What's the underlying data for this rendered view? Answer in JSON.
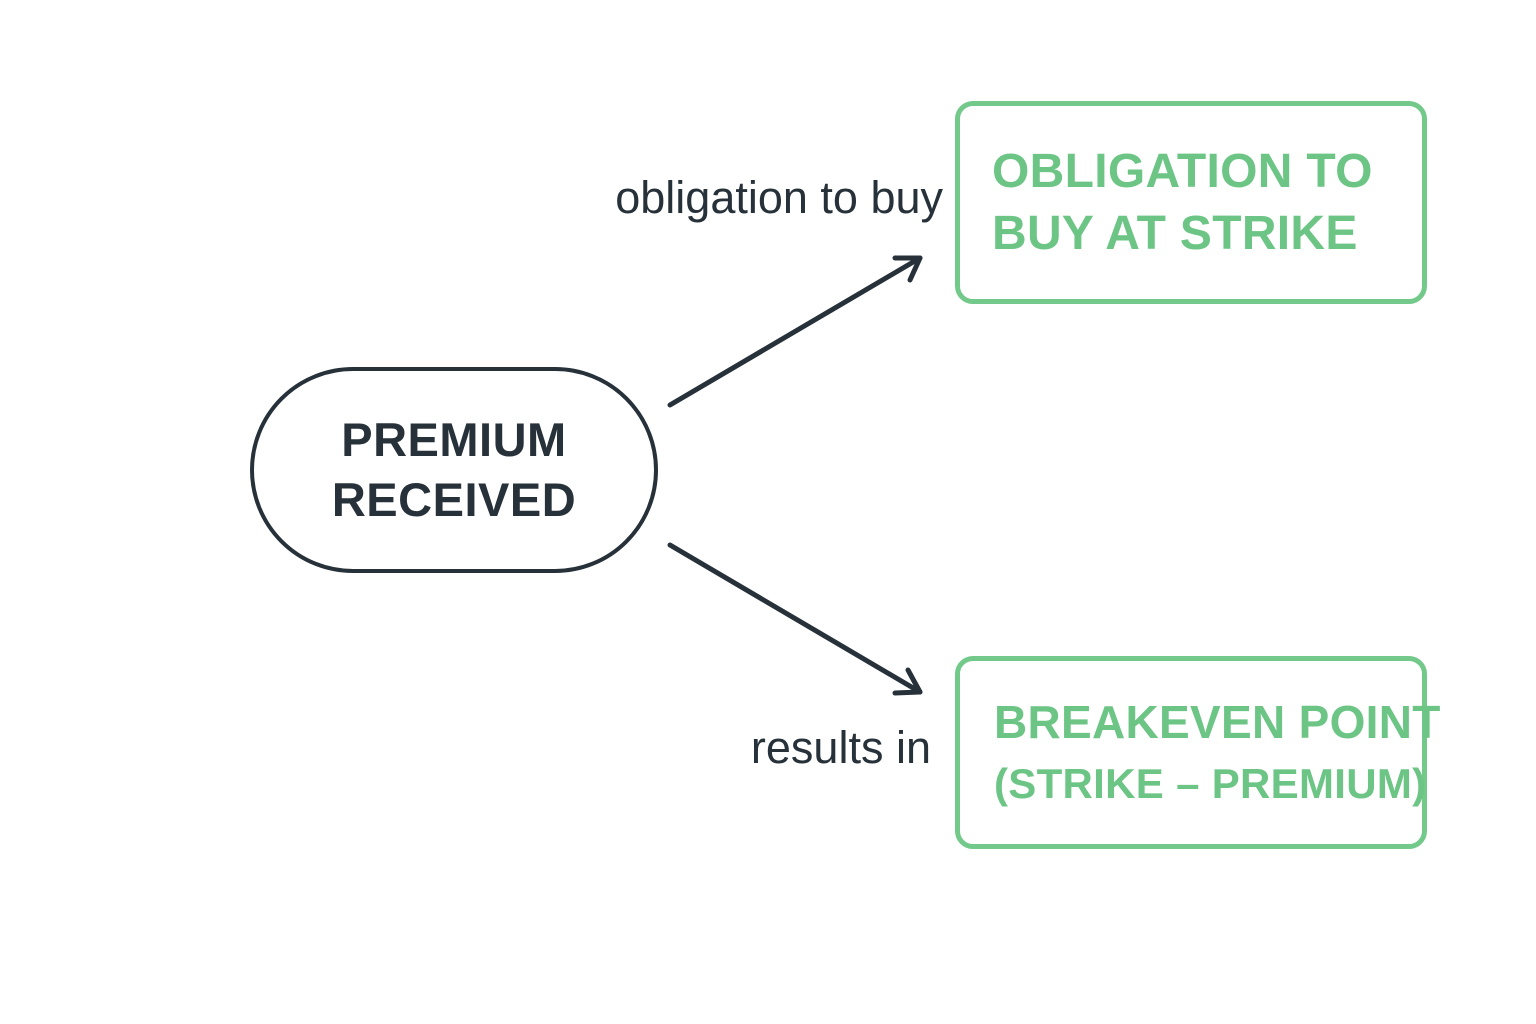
{
  "nodes": {
    "source": {
      "line1": "PREMIUM",
      "line2": "RECEIVED"
    },
    "obligation": {
      "line1": "OBLIGATION TO",
      "line2": "BUY AT STRIKE"
    },
    "breakeven": {
      "line1": "BREAKEVEN POINT",
      "line2": "(STRIKE – PREMIUM)"
    }
  },
  "edges": {
    "top": {
      "label": "obligation to buy"
    },
    "bottom": {
      "label": "results in"
    }
  },
  "colors": {
    "dark": "#27313a",
    "green_border": "#72c98a",
    "green_text": "#6cc585",
    "background": "#ffffff"
  }
}
